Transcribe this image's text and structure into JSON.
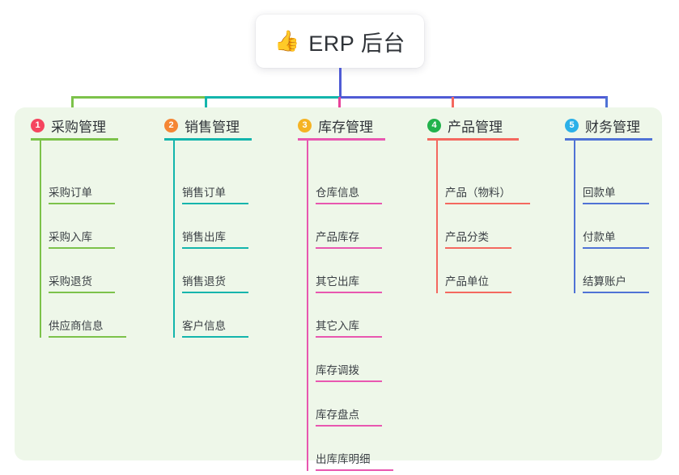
{
  "root": {
    "icon": "thumbs-up-icon",
    "icon_glyph": "👍",
    "title": "ERP 后台"
  },
  "panel": {
    "background_color": "#eef7e9"
  },
  "connector": {
    "root_stem_color": "#4f5bd5",
    "bus_colors": [
      "#7cc24a",
      "#13b5ac",
      "#4f5bd5",
      "#4f5bd5",
      "#4f5bd5"
    ]
  },
  "columns": [
    {
      "number": "1",
      "title": "采购管理",
      "badge_color": "#f5455f",
      "line_color": "#7cc24a",
      "stub_color": "#7cc24a",
      "items": [
        "采购订单",
        "采购入库",
        "采购退货",
        "供应商信息"
      ]
    },
    {
      "number": "2",
      "title": "销售管理",
      "badge_color": "#f58634",
      "line_color": "#13b5ac",
      "stub_color": "#13b5ac",
      "items": [
        "销售订单",
        "销售出库",
        "销售退货",
        "客户信息"
      ]
    },
    {
      "number": "3",
      "title": "库存管理",
      "badge_color": "#f5b324",
      "line_color": "#e857b0",
      "stub_color": "#e8439a",
      "items": [
        "仓库信息",
        "产品库存",
        "其它出库",
        "其它入库",
        "库存调拨",
        "库存盘点",
        "出库库明细"
      ]
    },
    {
      "number": "4",
      "title": "产品管理",
      "badge_color": "#22b24c",
      "line_color": "#f4685f",
      "stub_color": "#f4685f",
      "items": [
        "产品（物料）",
        "产品分类",
        "产品单位"
      ]
    },
    {
      "number": "5",
      "title": "财务管理",
      "badge_color": "#2bb0e8",
      "line_color": "#4f72d5",
      "stub_color": "#4f72d5",
      "items": [
        "回款单",
        "付款单",
        "结算账户"
      ]
    }
  ]
}
